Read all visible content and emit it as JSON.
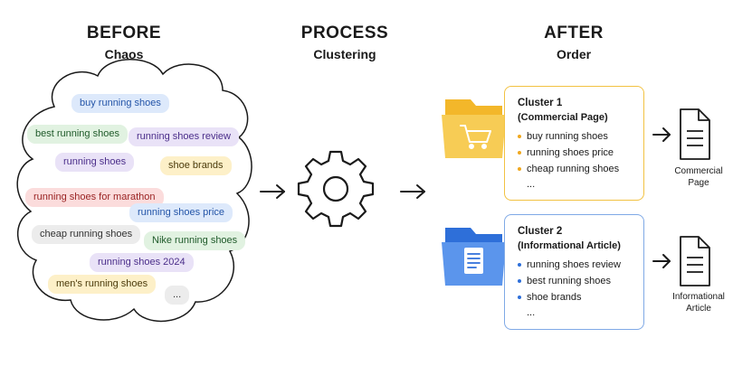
{
  "before": {
    "title": "BEFORE",
    "subtitle": "Chaos"
  },
  "process": {
    "title": "PROCESS",
    "subtitle": "Clustering"
  },
  "after": {
    "title": "AFTER",
    "subtitle": "Order"
  },
  "keywords": [
    {
      "text": "buy running shoes",
      "color": "blue"
    },
    {
      "text": "best running shoes",
      "color": "green"
    },
    {
      "text": "running shoes review",
      "color": "purple"
    },
    {
      "text": "running shoes",
      "color": "purple"
    },
    {
      "text": "shoe brands",
      "color": "yellow"
    },
    {
      "text": "running shoes for marathon",
      "color": "red"
    },
    {
      "text": "running shoes price",
      "color": "blue"
    },
    {
      "text": "cheap running shoes",
      "color": "gray"
    },
    {
      "text": "Nike running shoes",
      "color": "green"
    },
    {
      "text": "running shoes 2024",
      "color": "purple"
    },
    {
      "text": "men's running shoes",
      "color": "yellow"
    },
    {
      "text": "...",
      "color": "gray"
    }
  ],
  "clusters": [
    {
      "title": "Cluster 1",
      "subtitle": "(Commercial Page)",
      "items": [
        "buy running shoes",
        "running shoes price",
        "cheap running shoes"
      ],
      "more": "...",
      "result_label_line1": "Commercial",
      "result_label_line2": "Page",
      "accent": "#f2c242",
      "icon": "shopping-cart-icon"
    },
    {
      "title": "Cluster 2",
      "subtitle": "(Informational Article)",
      "items": [
        "running shoes review",
        "best running shoes",
        "shoe brands"
      ],
      "more": "...",
      "result_label_line1": "Informational",
      "result_label_line2": "Article",
      "accent": "#7fa9e6",
      "icon": "document-icon"
    }
  ],
  "colors": {
    "blue": "#dde9fb",
    "green": "#e1f2e1",
    "purple": "#e9e2f7",
    "yellow": "#fdf0c8",
    "red": "#fbdcdc",
    "gray": "#ececec"
  }
}
